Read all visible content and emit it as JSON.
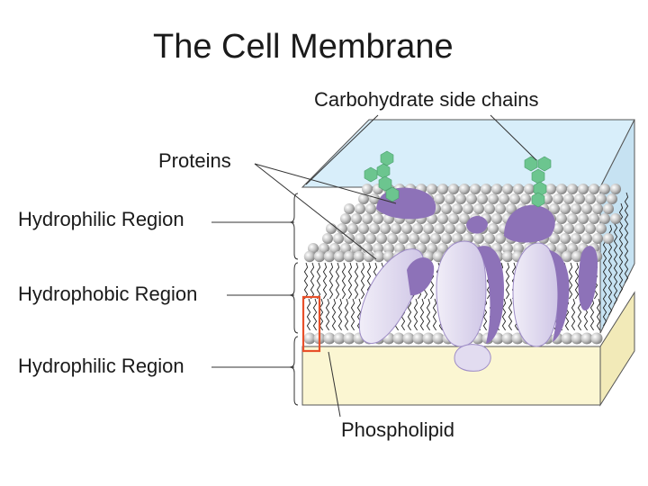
{
  "title": "The Cell Membrane",
  "labels": {
    "carbohydrate": "Carbohydrate side chains",
    "proteins": "Proteins",
    "hydrophilic_top": "Hydrophilic Region",
    "hydrophobic": "Hydrophobic Region",
    "hydrophilic_bottom": "Hydrophilic Region",
    "phospholipid": "Phospholipid"
  },
  "colors": {
    "extracellular_fluid": "#d8eefa",
    "cytoplasm": "#fbf6d2",
    "protein_dark": "#8d72b8",
    "protein_light": "#e2dcf0",
    "carbohydrate": "#6cc58f",
    "phospholipid_head": "#b9b9b9",
    "highlight_box": "#e8502a"
  }
}
